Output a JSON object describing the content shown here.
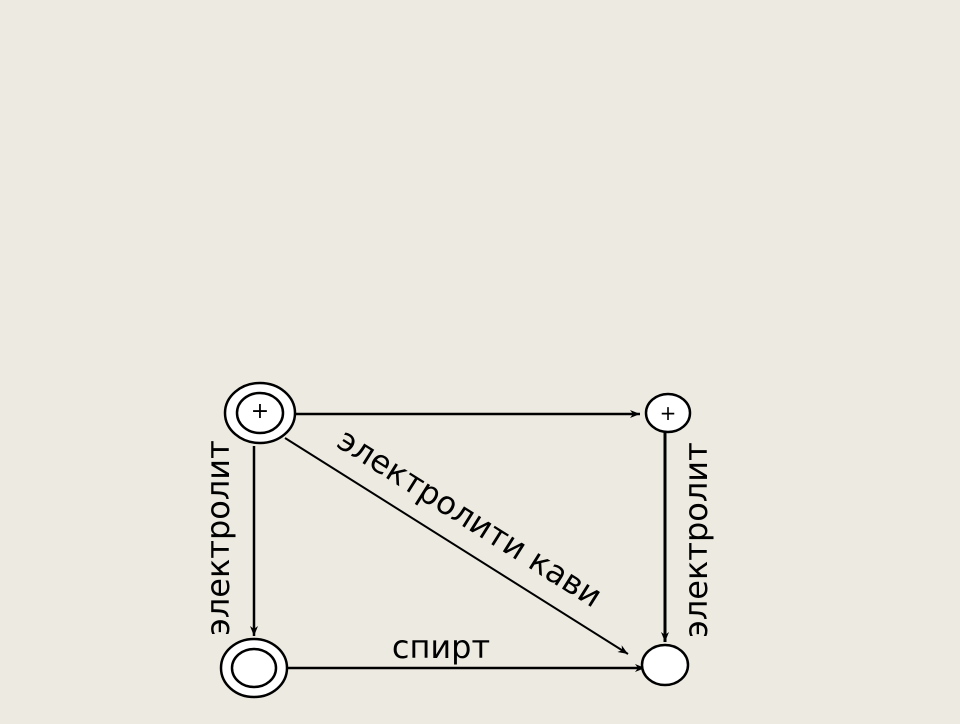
{
  "background_color": "#edebe1",
  "stroke_color": "#000000",
  "nodes": [
    {
      "id": "top-left",
      "symbol": "+",
      "style": "double-ring"
    },
    {
      "id": "top-right",
      "symbol": "+",
      "style": "single-ring"
    },
    {
      "id": "bottom-left",
      "symbol": "",
      "style": "double-ring"
    },
    {
      "id": "bottom-right",
      "symbol": "",
      "style": "single-ring"
    }
  ],
  "edges": [
    {
      "from": "top-left",
      "to": "top-right",
      "label": ""
    },
    {
      "from": "top-left",
      "to": "bottom-left",
      "label": "электролит"
    },
    {
      "from": "top-right",
      "to": "bottom-right",
      "label": "электролит"
    },
    {
      "from": "top-left",
      "to": "bottom-right",
      "label": "электролити кави"
    },
    {
      "from": "bottom-left",
      "to": "bottom-right",
      "label": "спирт"
    }
  ]
}
